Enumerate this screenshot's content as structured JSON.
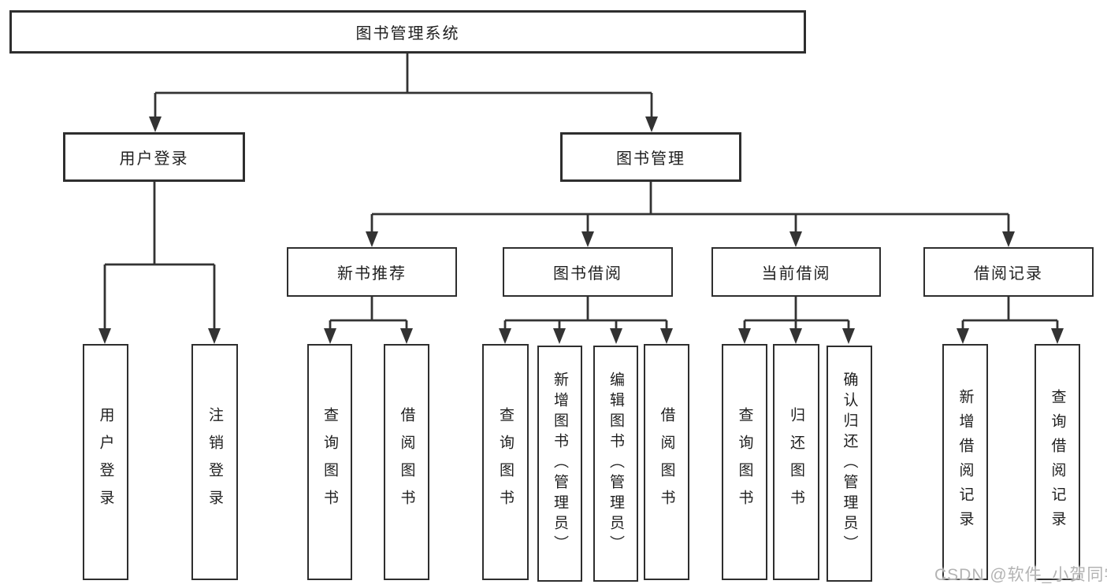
{
  "nodes": {
    "root": {
      "label": "图书管理系统"
    },
    "user_login": {
      "label": "用户登录"
    },
    "book_management": {
      "label": "图书管理"
    },
    "new_book_recommend": {
      "label": "新书推荐"
    },
    "book_borrowing": {
      "label": "图书借阅"
    },
    "current_borrowing": {
      "label": "当前借阅"
    },
    "borrowing_records": {
      "label": "借阅记录"
    },
    "leaf_user_login": {
      "label": "用户登录"
    },
    "leaf_logout": {
      "label": "注销登录"
    },
    "leaf_nb_query_books": {
      "label": "查询图书"
    },
    "leaf_nb_borrow_books": {
      "label": "借阅图书"
    },
    "leaf_bb_query_books": {
      "label": "查询图书"
    },
    "leaf_bb_add_books": {
      "label": "新增图书（管理员）"
    },
    "leaf_bb_edit_books": {
      "label": "编辑图书（管理员）"
    },
    "leaf_bb_borrow_books": {
      "label": "借阅图书"
    },
    "leaf_cb_query_books": {
      "label": "查询图书"
    },
    "leaf_cb_return_books": {
      "label": "归还图书"
    },
    "leaf_cb_confirm_return": {
      "label": "确认归还（管理员）"
    },
    "leaf_br_add_record": {
      "label": "新增借阅记录"
    },
    "leaf_br_query_record": {
      "label": "查询借阅记录"
    }
  },
  "hierarchy": {
    "图书管理系统": [
      "用户登录",
      "图书管理"
    ],
    "用户登录": [
      "用户登录",
      "注销登录"
    ],
    "图书管理": [
      "新书推荐",
      "图书借阅",
      "当前借阅",
      "借阅记录"
    ],
    "新书推荐": [
      "查询图书",
      "借阅图书"
    ],
    "图书借阅": [
      "查询图书",
      "新增图书（管理员）",
      "编辑图书（管理员）",
      "借阅图书"
    ],
    "当前借阅": [
      "查询图书",
      "归还图书",
      "确认归还（管理员）"
    ],
    "借阅记录": [
      "新增借阅记录",
      "查询借阅记录"
    ]
  },
  "watermark": {
    "text": "CSDN @软件_小贺同学",
    "color": "#b3b3b3"
  },
  "colors": {
    "line": "#333333",
    "border": "#2e2e2e",
    "text": "#1f1f1f",
    "background": "#ffffff"
  }
}
